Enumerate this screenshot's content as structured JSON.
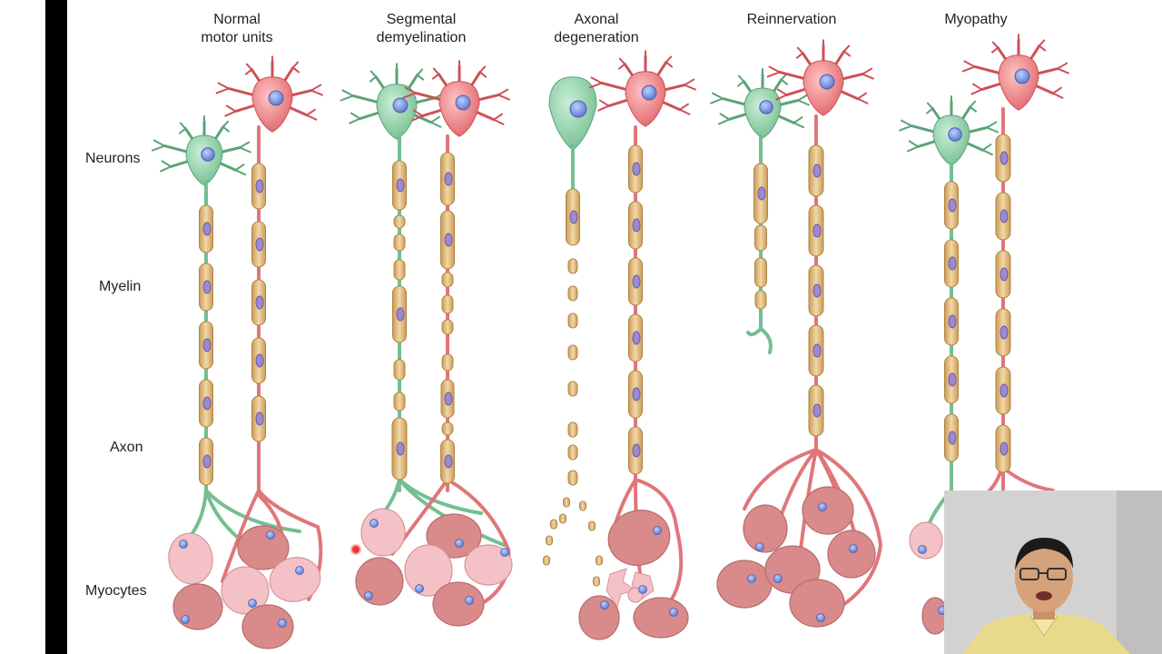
{
  "columns": [
    {
      "title": "Normal\nmotor units"
    },
    {
      "title": "Segmental\ndemyelination"
    },
    {
      "title": "Axonal\ndegeneration"
    },
    {
      "title": "Reinnervation"
    },
    {
      "title": "Myopathy"
    }
  ],
  "rows": {
    "neurons": "Neurons",
    "myelin": "Myelin",
    "axon": "Axon",
    "myocytes": "Myocytes"
  },
  "colors": {
    "green_neuron": "#8fd0a6",
    "red_neuron": "#ef8080",
    "myelin": "#e8c48a",
    "nucleus": "#7a8fd6",
    "myelin_nucleus": "#9c8ad0",
    "muscle_dark": "#d98a8a",
    "muscle_light": "#f4c2c6"
  }
}
